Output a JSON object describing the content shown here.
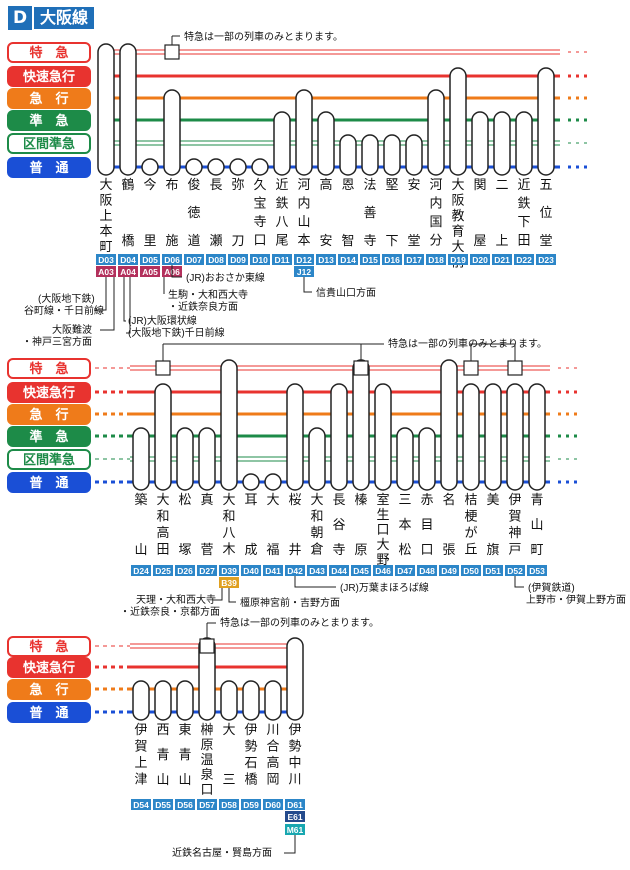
{
  "line": {
    "letter": "D",
    "name": "大阪線"
  },
  "colors": {
    "ltd": "#e8332f",
    "rapid": "#e8332f",
    "express": "#ef7b1a",
    "semi": "#1d8b48",
    "sect": "#1d8b48",
    "local": "#1a4fd6",
    "num": "#2c86c8",
    "a_line": "#b3305c",
    "b39": "#e0a020",
    "e61": "#244a8c",
    "m61": "#18a7b0"
  },
  "train_types": [
    {
      "key": "ltd",
      "label": "特　急"
    },
    {
      "key": "rapid",
      "label": "快速急行"
    },
    {
      "key": "express",
      "label": "急　行"
    },
    {
      "key": "semi",
      "label": "準　急"
    },
    {
      "key": "sect",
      "label": "区間準急"
    },
    {
      "key": "local",
      "label": "普　通"
    }
  ],
  "stations": {
    "row1": [
      {
        "name": "大阪上本町",
        "code": "D03"
      },
      {
        "name": "鶴橋",
        "code": "D04"
      },
      {
        "name": "今里",
        "code": "D05"
      },
      {
        "name": "布施",
        "code": "D06"
      },
      {
        "name": "俊徳道",
        "code": "D07"
      },
      {
        "name": "長瀬",
        "code": "D08"
      },
      {
        "name": "弥刀",
        "code": "D09"
      },
      {
        "name": "久宝寺口",
        "code": "D10"
      },
      {
        "name": "近鉄八尾",
        "code": "D11"
      },
      {
        "name": "河内山本",
        "code": "D12"
      },
      {
        "name": "高安",
        "code": "D13"
      },
      {
        "name": "恩智",
        "code": "D14"
      },
      {
        "name": "法善寺",
        "code": "D15"
      },
      {
        "name": "堅下",
        "code": "D16"
      },
      {
        "name": "安堂",
        "code": "D17"
      },
      {
        "name": "河内国分",
        "code": "D18"
      },
      {
        "name": "大阪教育大前",
        "code": "D19"
      },
      {
        "name": "関屋",
        "code": "D20"
      },
      {
        "name": "二上",
        "code": "D21"
      },
      {
        "name": "近鉄下田",
        "code": "D22"
      },
      {
        "name": "五位堂",
        "code": "D23"
      }
    ],
    "row2": [
      {
        "name": "築山",
        "code": "D24"
      },
      {
        "name": "大和高田",
        "code": "D25"
      },
      {
        "name": "松塚",
        "code": "D26"
      },
      {
        "name": "真菅",
        "code": "D27"
      },
      {
        "name": "大和八木",
        "code": "D39"
      },
      {
        "name": "耳成",
        "code": "D40"
      },
      {
        "name": "大福",
        "code": "D41"
      },
      {
        "name": "桜井",
        "code": "D42"
      },
      {
        "name": "大和朝倉",
        "code": "D43"
      },
      {
        "name": "長谷寺",
        "code": "D44"
      },
      {
        "name": "榛原",
        "code": "D45"
      },
      {
        "name": "室生口大野",
        "code": "D46"
      },
      {
        "name": "三本松",
        "code": "D47"
      },
      {
        "name": "赤目口",
        "code": "D48"
      },
      {
        "name": "名張",
        "code": "D49"
      },
      {
        "name": "桔梗が丘",
        "code": "D50"
      },
      {
        "name": "美旗",
        "code": "D51"
      },
      {
        "name": "伊賀神戸",
        "code": "D52"
      },
      {
        "name": "青山町",
        "code": "D53"
      }
    ],
    "row3": [
      {
        "name": "伊賀上津",
        "code": "D54"
      },
      {
        "name": "西青山",
        "code": "D55"
      },
      {
        "name": "東青山",
        "code": "D56"
      },
      {
        "name": "榊原温泉口",
        "code": "D57"
      },
      {
        "name": "大三",
        "code": "D58"
      },
      {
        "name": "伊勢石橋",
        "code": "D59"
      },
      {
        "name": "川合高岡",
        "code": "D60"
      },
      {
        "name": "伊勢中川",
        "code": "D61"
      }
    ]
  },
  "extra_codes": {
    "a03": "A03",
    "a04": "A04",
    "a05": "A05",
    "a06": "A06",
    "j12": "J12",
    "b39": "B39",
    "e61": "E61",
    "m61": "M61"
  },
  "notes": {
    "partial_stop": "特急は一部の列車のみとまります。"
  },
  "transfers": {
    "osaka_subway_tanimachi": [
      "(大阪地下鉄)",
      "谷町線・千日前線"
    ],
    "namba_line": [
      "大阪難波",
      "・神戸三宮方面"
    ],
    "jr_osaka_loop": [
      "(JR)大阪環状線",
      "(大阪地下鉄)千日前線"
    ],
    "jr_osaka_higashi": "(JR)おおさか東線",
    "ikoma_line": [
      "生駒・大和西大寺",
      "・近鉄奈良方面"
    ],
    "shigisan": "信貴山口方面",
    "jr_manyo": "(JR)万葉まほろば線",
    "kashihara_line": "橿原神宮前・吉野方面",
    "tenri_line": [
      "天理・大和西大寺",
      "・近鉄奈良・京都方面"
    ],
    "iga_line": [
      "(伊賀鉄道)",
      "上野市・伊賀上野方面"
    ],
    "nagoya_line": "近鉄名古屋・賢島方面"
  }
}
